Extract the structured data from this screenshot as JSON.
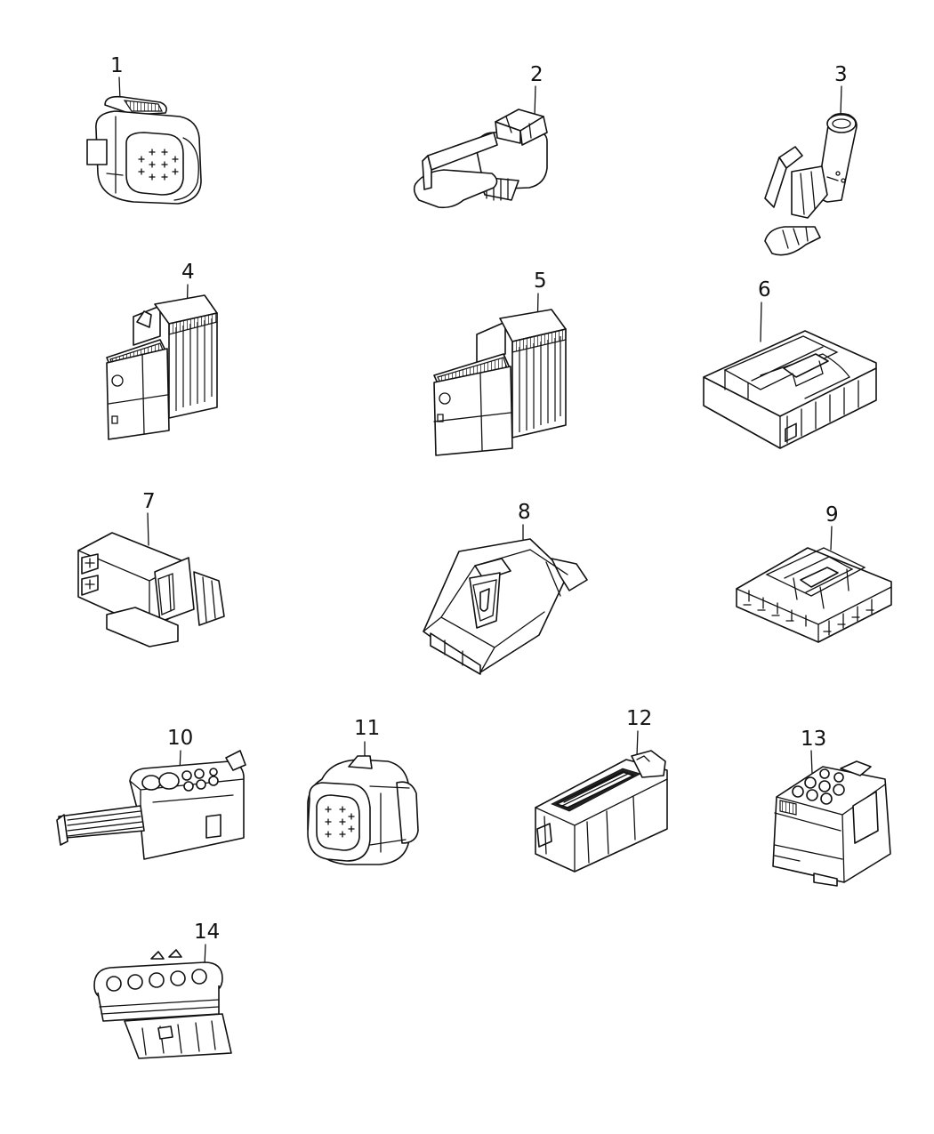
{
  "parts": [
    {
      "callout": "1",
      "icon": "round-sealed-connector-housing-icon"
    },
    {
      "callout": "2",
      "icon": "flat-sealed-connector-icon"
    },
    {
      "callout": "3",
      "icon": "inline-pin-connector-icon"
    },
    {
      "callout": "4",
      "icon": "modular-connector-housing-icon"
    },
    {
      "callout": "5",
      "icon": "modular-connector-housing-variant-icon"
    },
    {
      "callout": "6",
      "icon": "six-way-terminal-block-icon"
    },
    {
      "callout": "7",
      "icon": "two-way-connector-icon"
    },
    {
      "callout": "8",
      "icon": "latched-two-way-connector-icon"
    },
    {
      "callout": "9",
      "icon": "multi-way-terminal-block-icon"
    },
    {
      "callout": "10",
      "icon": "connector-with-ribbon-lead-icon"
    },
    {
      "callout": "11",
      "icon": "round-multi-pin-connector-icon"
    },
    {
      "callout": "12",
      "icon": "dual-row-header-connector-icon"
    },
    {
      "callout": "13",
      "icon": "five-way-sealed-housing-icon"
    },
    {
      "callout": "14",
      "icon": "five-way-inline-connector-icon"
    }
  ]
}
